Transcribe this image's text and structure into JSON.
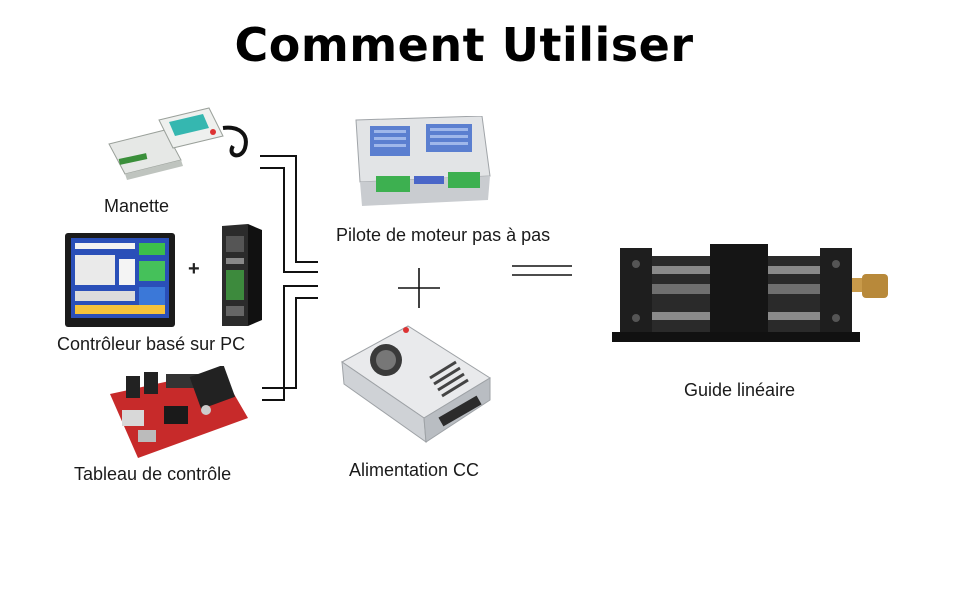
{
  "title": "Comment Utiliser",
  "labels": {
    "manette": "Manette",
    "pc_controller": "Contrôleur basé sur PC",
    "control_board": "Tableau de contrôle",
    "stepper_driver": "Pilote de moteur pas à pas",
    "dc_power": "Alimentation CC",
    "linear_guide": "Guide linéaire"
  },
  "symbols": {
    "pc_plus": "+"
  }
}
